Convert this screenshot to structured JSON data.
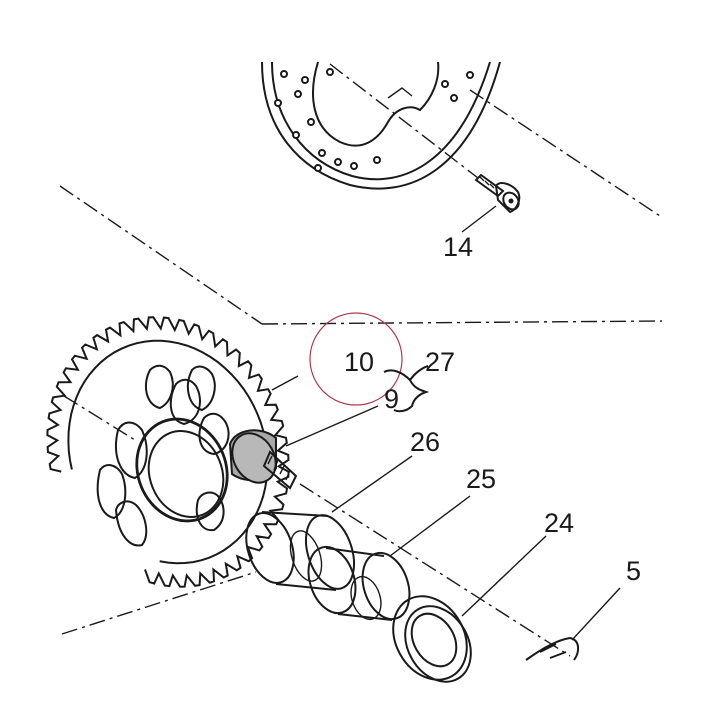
{
  "diagram": {
    "callouts": [
      {
        "id": "label-14",
        "text": "14"
      },
      {
        "id": "label-10",
        "text": "10"
      },
      {
        "id": "label-27",
        "text": "27"
      },
      {
        "id": "label-9",
        "text": "9"
      },
      {
        "id": "label-26",
        "text": "26"
      },
      {
        "id": "label-25",
        "text": "25"
      },
      {
        "id": "label-24",
        "text": "24"
      },
      {
        "id": "label-5",
        "text": "5"
      }
    ],
    "colors": {
      "line": "#1a1a1a",
      "highlight_circle": "#b03a48",
      "stud_fill": "#a8a8a8",
      "background": "#ffffff"
    }
  }
}
